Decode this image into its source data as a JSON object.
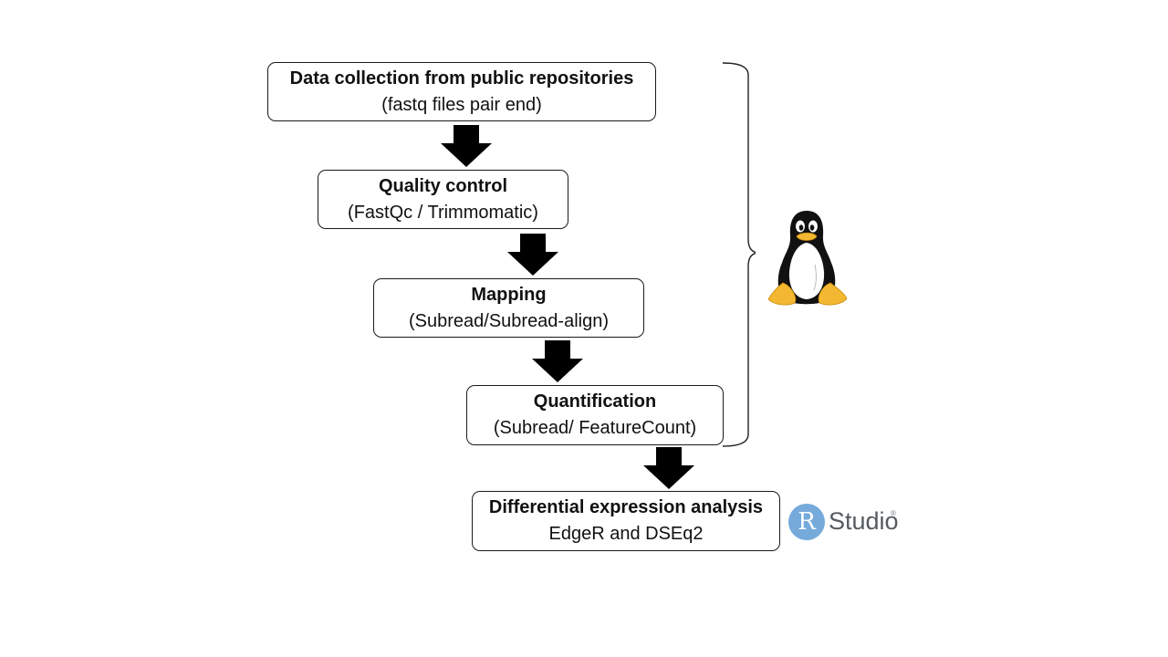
{
  "steps": [
    {
      "title": "Data collection from public repositories",
      "sub": "(fastq files pair end)"
    },
    {
      "title": "Quality control",
      "sub": "(FastQc / Trimmomatic)"
    },
    {
      "title": "Mapping",
      "sub": "(Subread/Subread-align)"
    },
    {
      "title": "Quantification",
      "sub": "(Subread/ FeatureCount)"
    },
    {
      "title": "Differential expression analysis",
      "sub": "EdgeR and DSEq2"
    }
  ],
  "logos": {
    "rstudio": {
      "letter": "R",
      "word": "Studio",
      "mark": "®"
    },
    "linux": {
      "icon": "tux-penguin-icon"
    }
  },
  "colors": {
    "arrow": "#000000",
    "box_border": "#1a1a1a",
    "rstudio_blue": "#75aadb",
    "rstudio_gray": "#555b5f",
    "tux_yellow": "#f3b731"
  }
}
